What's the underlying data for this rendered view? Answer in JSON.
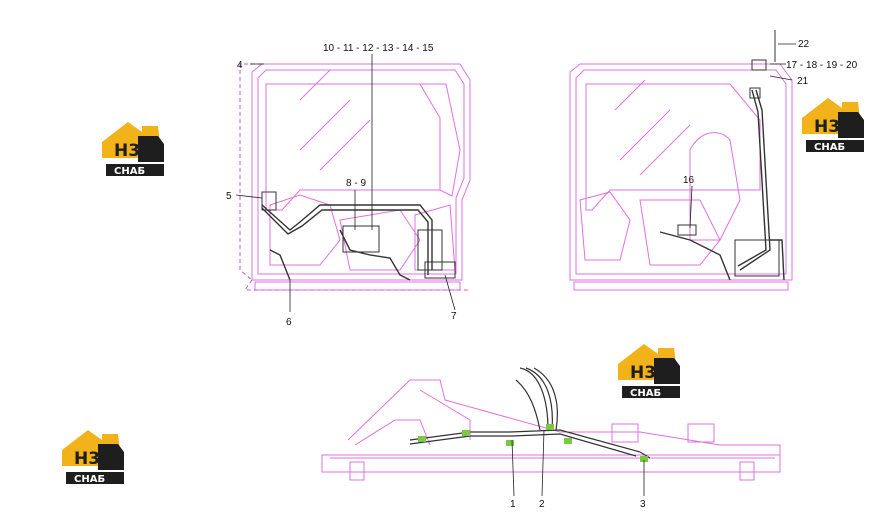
{
  "callouts": {
    "c1": "1",
    "c2": "2",
    "c3": "3",
    "c4": "4",
    "c5": "5",
    "c6": "6",
    "c7": "7",
    "c8_9": "8 - 9",
    "c10_15": "10 - 11 - 12 - 13 - 14 - 15",
    "c16": "16",
    "c17_20": "17 - 18 - 19 - 20",
    "c21": "21",
    "c22": "22"
  },
  "logo": {
    "mark": "H3",
    "text": "СНАБ",
    "colors": {
      "yellow": "#f2b21a",
      "dark": "#1e1e1e",
      "white": "#ffffff"
    }
  },
  "colors": {
    "outline": "#e070e0",
    "harness": "#333333",
    "leader": "#222222",
    "dashed": "#c85ac8",
    "connector": "#7ac943"
  }
}
